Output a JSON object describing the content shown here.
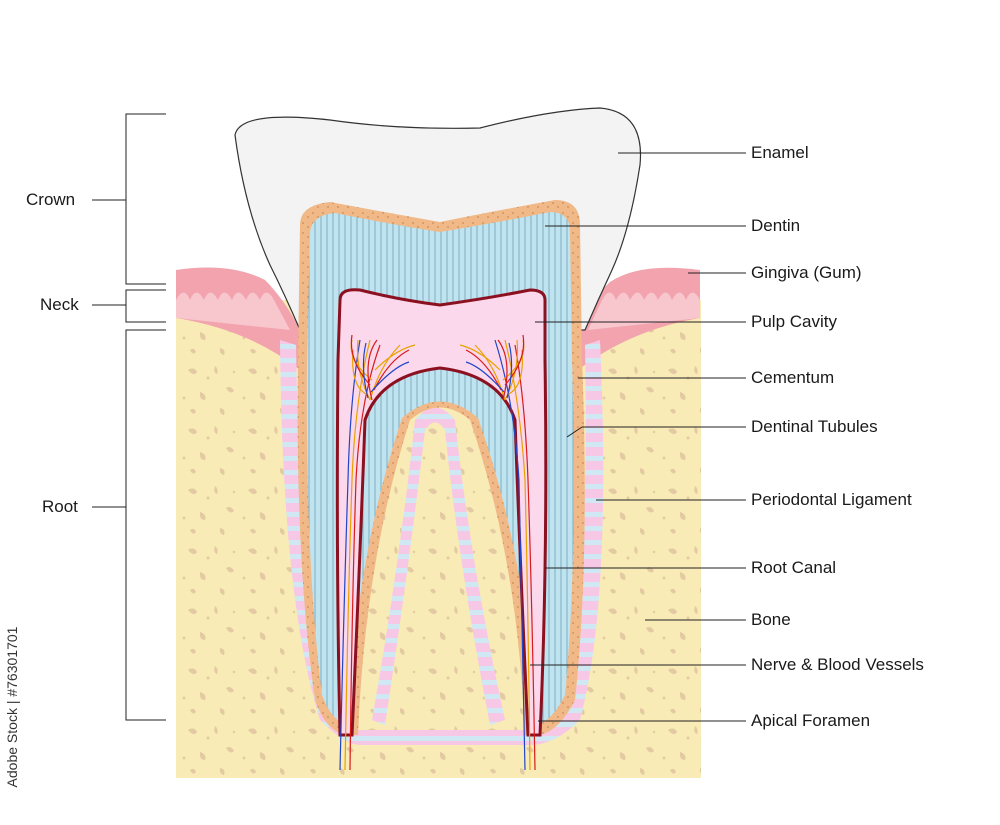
{
  "sections": {
    "crown": "Crown",
    "neck": "Neck",
    "root": "Root"
  },
  "labels": {
    "enamel": "Enamel",
    "dentin": "Dentin",
    "gingiva": "Gingiva (Gum)",
    "pulp_cavity": "Pulp Cavity",
    "cementum": "Cementum",
    "dentinal_tubules": "Dentinal Tubules",
    "periodontal_ligament": "Periodontal Ligament",
    "root_canal": "Root Canal",
    "bone": "Bone",
    "nerve_blood_vessels": "Nerve & Blood Vessels",
    "apical_foramen": "Apical Foramen"
  },
  "watermark": "Adobe Stock | #76301701",
  "colors": {
    "enamel": "#f3f3f3",
    "dentin": "#bfe3ef",
    "cementum": "#f0b987",
    "pulp": "#fbd8ec",
    "pulp_outline": "#8b1020",
    "gingiva": "#f2a3ad",
    "bone": "#f8ebb5",
    "bone_specks": "#e0c9a0",
    "ligament": "#f7c8e6",
    "nerve": "#e8a200",
    "artery": "#d81b1b",
    "vein": "#2146c7"
  }
}
